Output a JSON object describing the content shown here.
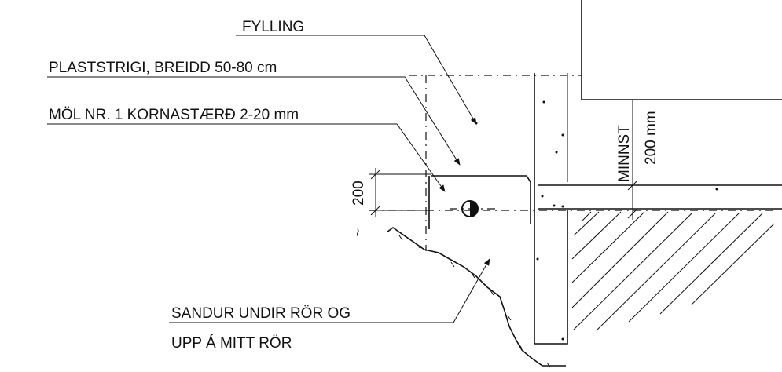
{
  "labels": {
    "fill": "FYLLING",
    "geotextile": "PLASTSTRIGI, BREIDD 50-80 cm",
    "gravel": "MÖL NR. 1 KORNASTÆRÐ 2-20 mm",
    "sand_line1": "SANDUR UNDIR RÖR OG",
    "sand_line2": "UPP Á MITT RÖR"
  },
  "dimensions": {
    "vertical_dim": "200",
    "approx_symbol": "~",
    "minimum_label": "MINNST",
    "minimum_value": "200 mm"
  },
  "colors": {
    "ink": "#111111",
    "background": "#ffffff"
  }
}
